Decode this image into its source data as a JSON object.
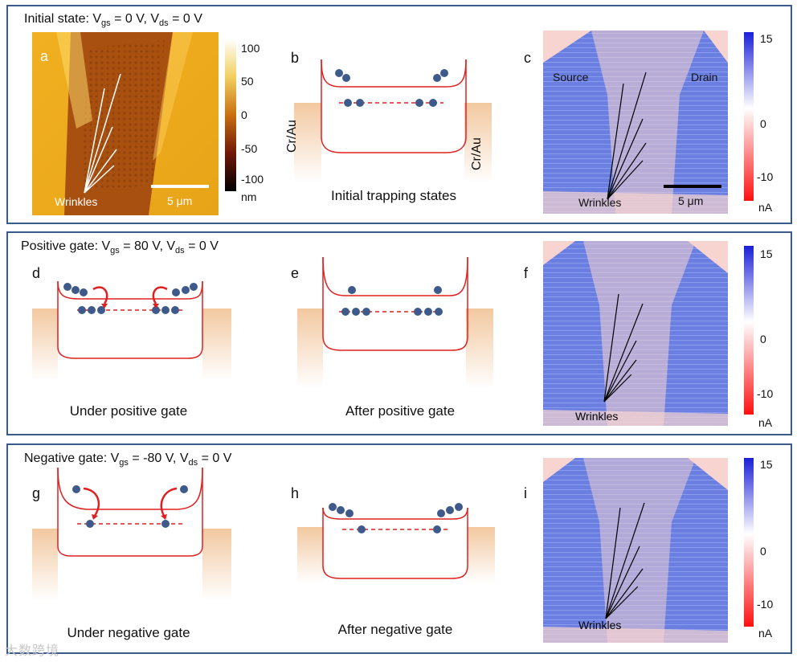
{
  "rows": [
    {
      "title_prefix": "Initial state: V",
      "g1": "gs",
      "mid": " = 0 V, V",
      "g2": "ds",
      "suffix": " = 0 V"
    },
    {
      "title_prefix": "Positive gate: V",
      "g1": "gs",
      "mid": " = 80 V, V",
      "g2": "ds",
      "suffix": " = 0 V"
    },
    {
      "title_prefix": "Negative gate: V",
      "g1": "gs",
      "mid": " = -80 V, V",
      "g2": "ds",
      "suffix": " = 0 V"
    }
  ],
  "panel_letters": [
    "a",
    "b",
    "c",
    "d",
    "e",
    "f",
    "g",
    "h",
    "i"
  ],
  "afm": {
    "scale_bar": "5 μm",
    "wrinkles": "Wrinkles",
    "colorbar_ticks": [
      "100",
      "50",
      "0",
      "-50",
      "-100"
    ],
    "unit": "nm"
  },
  "current": {
    "source": "Source",
    "drain": "Drain",
    "scale_bar": "5 μm",
    "wrinkles": "Wrinkles",
    "colorbar_ticks": [
      "15",
      "0",
      "-10"
    ],
    "unit": "nA"
  },
  "diagram": {
    "electrode_label": "Cr/Au"
  },
  "captions": {
    "b": "Initial trapping states",
    "d": "Under positive gate",
    "e": "After positive gate",
    "g": "Under negative gate",
    "h": "After negative gate"
  },
  "watermark": "大数跨境",
  "colors": {
    "frame": "#3a5a8c",
    "well": "#e02020",
    "dot": "#3d5a8a",
    "electrode": "#f2c8a0"
  }
}
